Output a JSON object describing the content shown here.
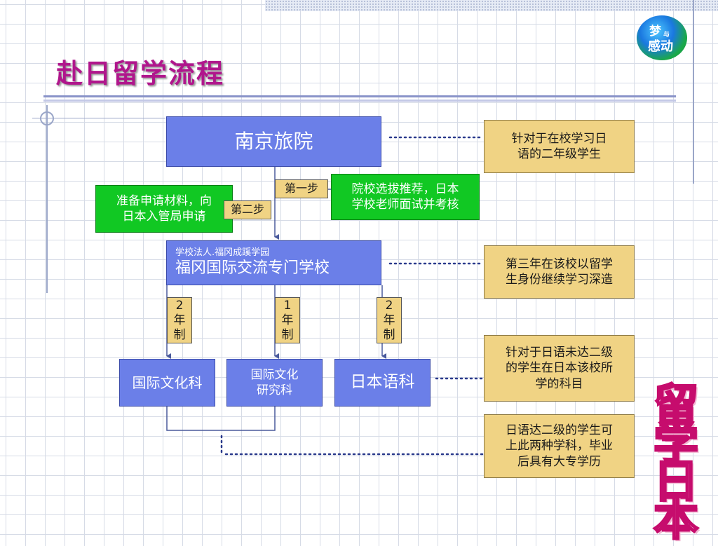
{
  "title": "赴日留学流程",
  "logo": {
    "line1": "梦",
    "line2": "与",
    "line3": "感动"
  },
  "nodes": {
    "nanjing": "南京旅院",
    "school_sub": "学校法人.福冈成蹊学园",
    "school_main": "福冈国际交流专门学校",
    "dept_culture": "国际文化科",
    "dept_research": "国际文化\n研究科",
    "dept_japanese": "日本语科",
    "apply": "准备申请材料，向\n日本入管局申请",
    "select": "院校选拔推荐，日本\n学校老师面试并考核"
  },
  "steps": {
    "step1": "第一步",
    "step2": "第二步"
  },
  "years": {
    "culture": "2\n年\n制",
    "research": "1\n年\n制",
    "japanese": "2\n年\n制"
  },
  "notes": {
    "n1": "针对于在校学习日\n语的二年级学生",
    "n2": "第三年在该校以留学\n生身份继续学习深造",
    "n3": "针对于日语未达二级\n的学生在日本该校所\n学的科目",
    "n4": "日语达二级的学生可\n上此两种学科，毕业\n后具有大专学历"
  },
  "banner": [
    "留",
    "学",
    "日",
    "本"
  ],
  "colors": {
    "title": "#b0168c",
    "blue_box": "#6b7fe8",
    "green_box": "#11c823",
    "note_box": "#f0d384"
  }
}
